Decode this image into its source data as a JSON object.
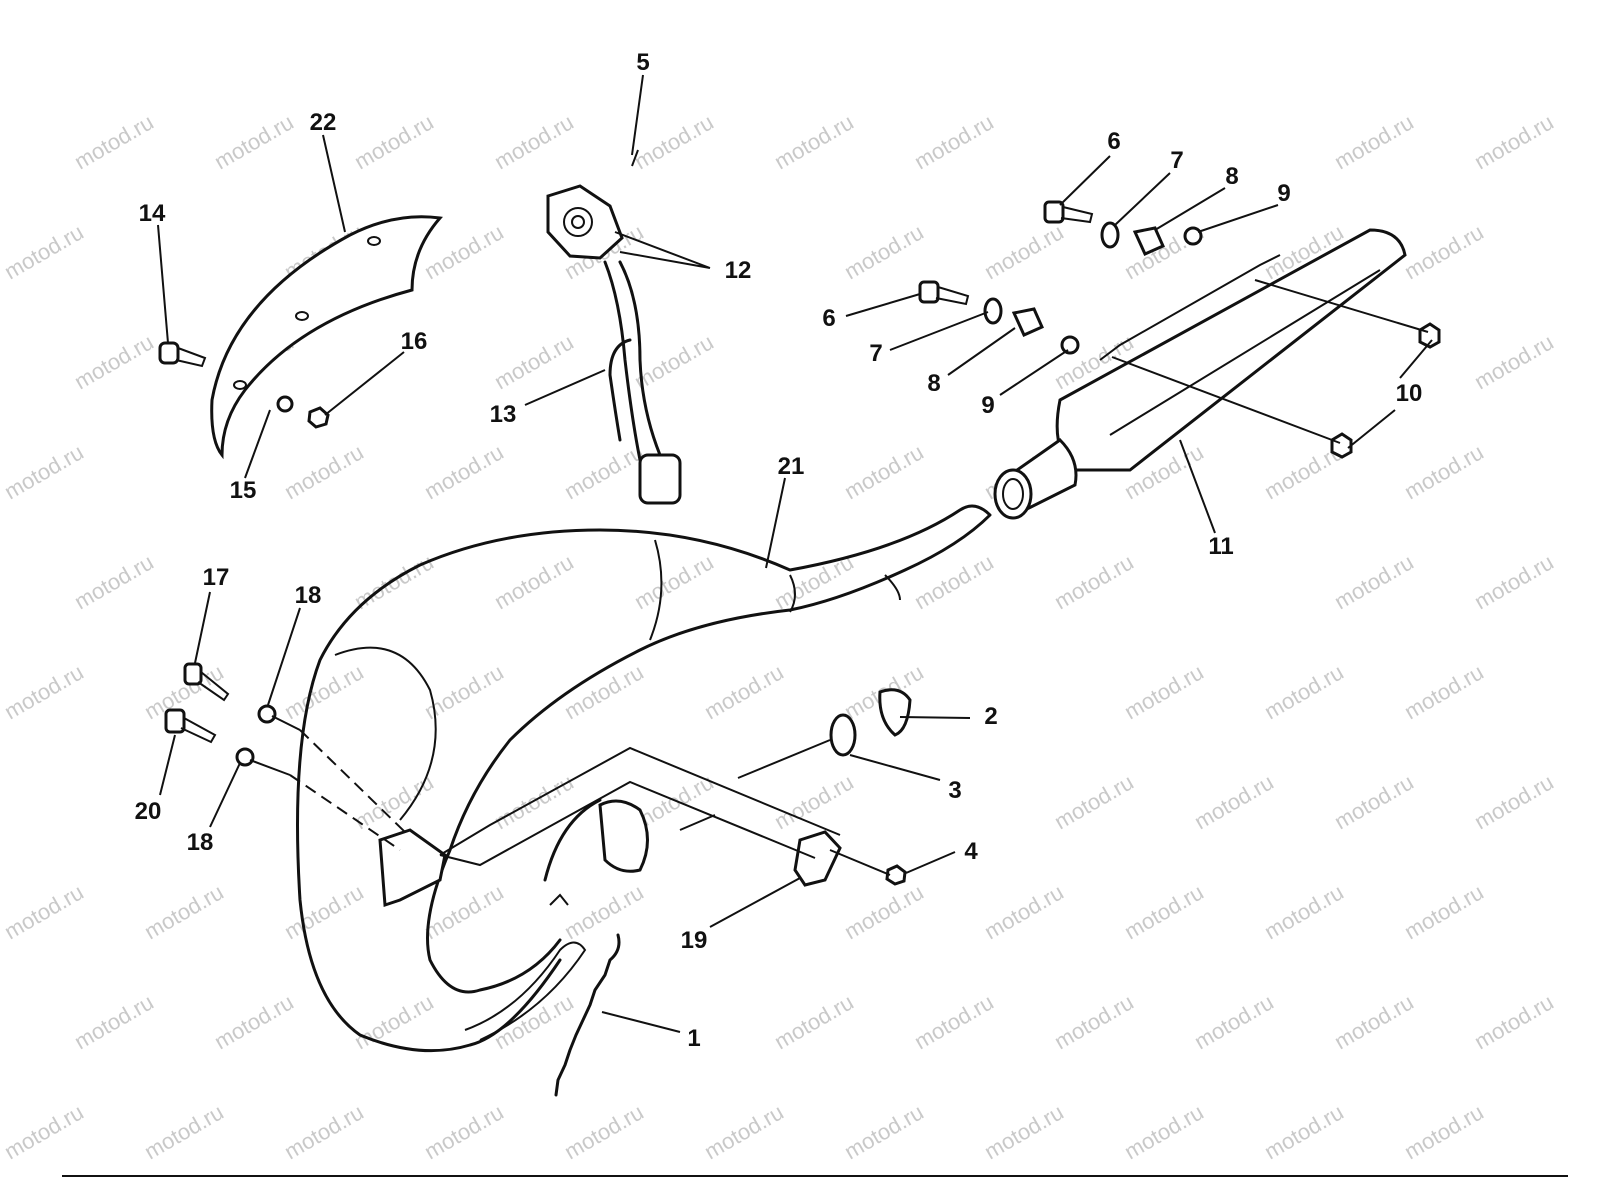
{
  "watermark": "motod.ru",
  "diagram": {
    "title": "Exhaust system exploded view",
    "callouts": [
      "5",
      "22",
      "14",
      "6",
      "7",
      "8",
      "9",
      "12",
      "6",
      "7",
      "8",
      "9",
      "16",
      "13",
      "10",
      "15",
      "21",
      "11",
      "17",
      "18",
      "2",
      "3",
      "20",
      "18",
      "4",
      "19",
      "1"
    ]
  }
}
